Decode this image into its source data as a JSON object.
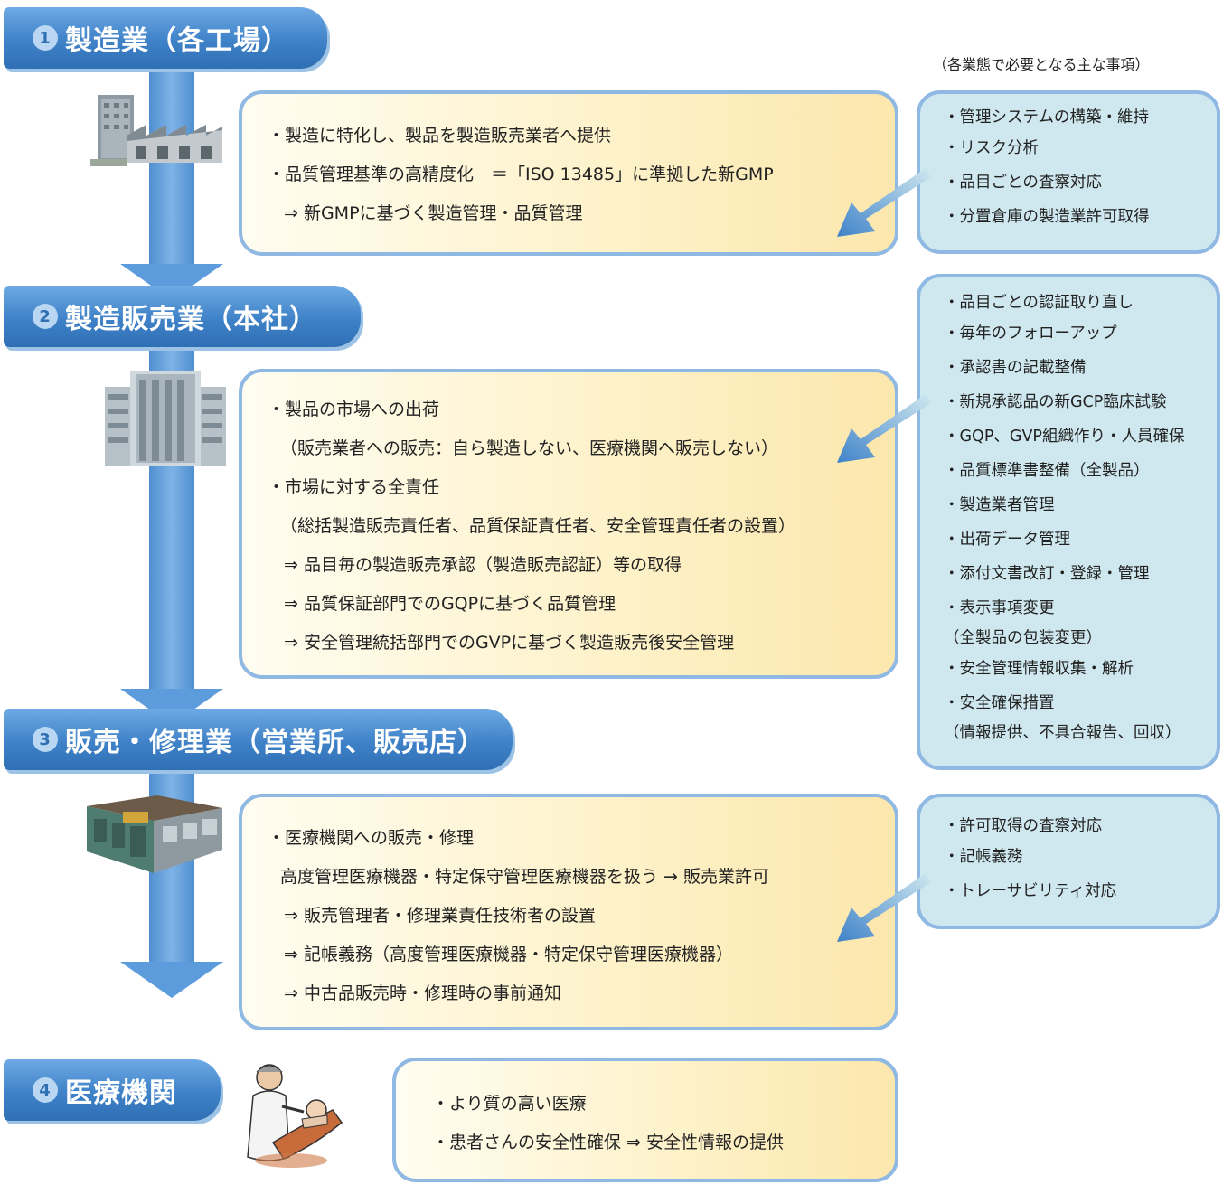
{
  "note": "（各業態で必要となる主な事項）",
  "stages": [
    {
      "num": "1",
      "label": "製造業（各工場）"
    },
    {
      "num": "2",
      "label": "製造販売業（本社）"
    },
    {
      "num": "3",
      "label": "販売・修理業（営業所、販売店）"
    },
    {
      "num": "4",
      "label": "医療機関"
    }
  ],
  "box1": [
    "・製造に特化し、製品を製造販売業者へ提供",
    "・品質管理基準の高精度化　＝「ISO 13485」に準拠した新GMP",
    "⇒ 新GMPに基づく製造管理・品質管理"
  ],
  "box2": [
    "・製品の市場への出荷",
    "（販売業者への販売：自ら製造しない、医療機関へ販売しない）",
    "・市場に対する全責任",
    "（総括製造販売責任者、品質保証責任者、安全管理責任者の設置）",
    "⇒ 品目毎の製造販売承認（製造販売認証）等の取得",
    "⇒ 品質保証部門でのGQPに基づく品質管理",
    "⇒ 安全管理統括部門でのGVPに基づく製造販売後安全管理"
  ],
  "box3": [
    "・医療機関への販売・修理",
    "高度管理医療機器・特定保守管理医療機器を扱う → 販売業許可",
    "⇒ 販売管理者・修理業責任技術者の設置",
    "⇒ 記帳義務（高度管理医療機器・特定保守管理医療機器）",
    "⇒ 中古品販売時・修理時の事前通知"
  ],
  "box4": [
    "・より質の高い医療",
    "・患者さんの安全性確保 ⇒ 安全性情報の提供"
  ],
  "req1": [
    "・管理システムの構築・維持",
    "・リスク分析",
    "・品目ごとの査察対応",
    "・分置倉庫の製造業許可取得"
  ],
  "req2": [
    "・品目ごとの認証取り直し",
    "・毎年のフォローアップ",
    "・承認書の記載整備",
    "・新規承認品の新GCP臨床試験",
    "・GQP、GVP組織作り・人員確保",
    "・品質標準書整備（全製品）",
    "・製造業者管理",
    "・出荷データ管理",
    "・添付文書改訂・登録・管理",
    "・表示事項変更",
    "（全製品の包装変更）",
    "・安全管理情報収集・解析",
    "・安全確保措置",
    "（情報提供、不具合報告、回収）"
  ],
  "req3": [
    "・許可取得の査察対応",
    "・記帳義務",
    "・トレーサビリティ対応"
  ],
  "icons": [
    "factory-icon",
    "office-building-icon",
    "shop-building-icon",
    "doctor-patient-icon"
  ],
  "colors": {
    "stage_blue": "#3f82c8",
    "box_border": "#8fb9e3",
    "yellow_fill": "#fdf1c7",
    "blue_fill": "#cfe8ef",
    "arrow": "#5d9cdc"
  }
}
